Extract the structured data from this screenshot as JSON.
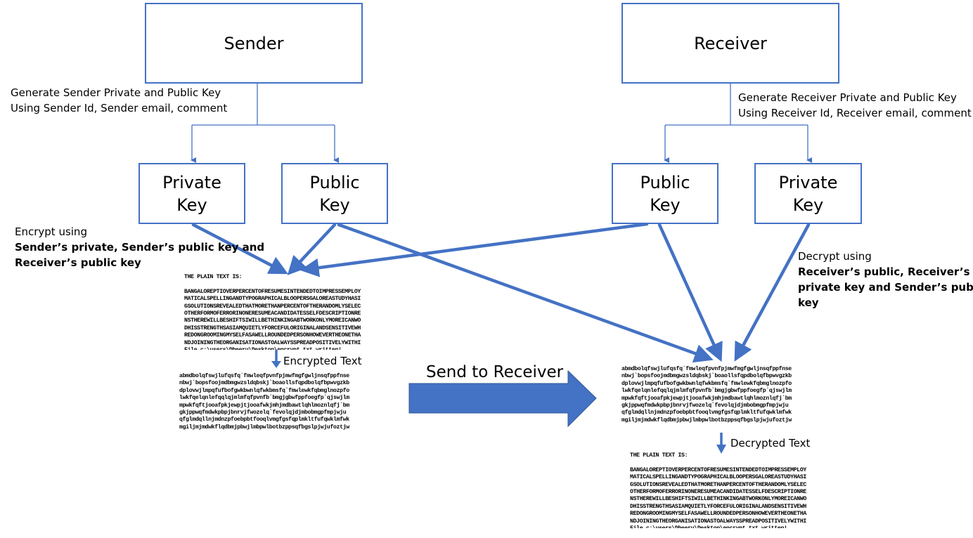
{
  "sender": {
    "title": "Sender",
    "generate_line1": "Generate Sender Private and Public Key",
    "generate_line2": "Using Sender Id, Sender email, comment",
    "private_key_line1": "Private",
    "private_key_line2": "Key",
    "public_key_line1": "Public",
    "public_key_line2": "Key"
  },
  "receiver": {
    "title": "Receiver",
    "generate_line1": "Generate Receiver Private and Public Key",
    "generate_line2": "Using Receiver Id, Receiver email, comment",
    "public_key_line1": "Public",
    "public_key_line2": "Key",
    "private_key_line1": "Private",
    "private_key_line2": "Key"
  },
  "encrypt": {
    "line1": "Encrypt using",
    "line2": "Sender’s private, Sender’s public key and",
    "line3": "Receiver’s public key"
  },
  "decrypt": {
    "line1": "Decrypt using",
    "line2": "Receiver’s public, Receiver’s",
    "line3": "private key and Sender’s public",
    "line4": "key"
  },
  "encrypted_text_label": "Encrypted Text",
  "decrypted_text_label": "Decrypted Text",
  "send_label": "Send to Receiver",
  "plain_text_block": "THE PLAIN TEXT IS:\n\nBANGALOREPTIOVERPERCENTOFRESUMESINTENDEDTOIMPRESSEMPLOY\nMATICALSPELLINGANDTYPOGRAPHICALBLOOPERSGALOREASTUDYHASI\nGSOLUTIONSREVEALEDTHATMORETHANPERCENTOFTHERANDOMLYSELEC\nOTHERFORMOFERRORINONERESUMEACANDIDATESSELFDESCRIPTIONRE\nNSTHEREWILLBESHIFTSIWILLBETHINKINGABTWORKONLYMOREICANWO\nDHISSTRENGTHSASIAMQUIETLYFORCEFULORIGINALANDSENSITIVEWH\nREDONGROOMINGMYSELFASAWELLROUNDEDPERSONHOWEVERTHEONETHA\nNDJOININGTHEORGANISATIONASTOALWAYSSPREADPOSITIVELYWITHI\nFile c:\\users\\Dheeru\\Desktop\\encrypt.txt written!",
  "cipher_text_block": "abmdbolqfswjlufqsfq`fmwleqfpvnfpjmwfmgfgwljnsqfppfnse\nnbwj`bopsfoojmdbmgwzsldqbskj`boaollsfqpdbolqfbpwvgzkb\ndplovwjlmpqfufbofgwkbwnlqfwkbmsfq`fmwlewkfqbmglnozpfo\nlwkfqelqnlefqqlqjmlmfqfpvnfb`bmgjgbwfppfoegfp`qjswjlm\nmpwkfqftjooafpkjewpjtjooafwkjmhjmdbawtlqhlmoznlqfj`bm\ngkjppwqfmdwkpbpjbnrvjfwozelq`fevolqjdjmbobmgpfmpjwju\nqfglmdqllnjmdnzpfoebpbtfooqlvmgfgsfqplmkltfufqwklmfwk\nmgiljmjmdwkflqdbmjpbwjlmbpwlbotbzppsqfbgslpjwjufoztjw"
}
